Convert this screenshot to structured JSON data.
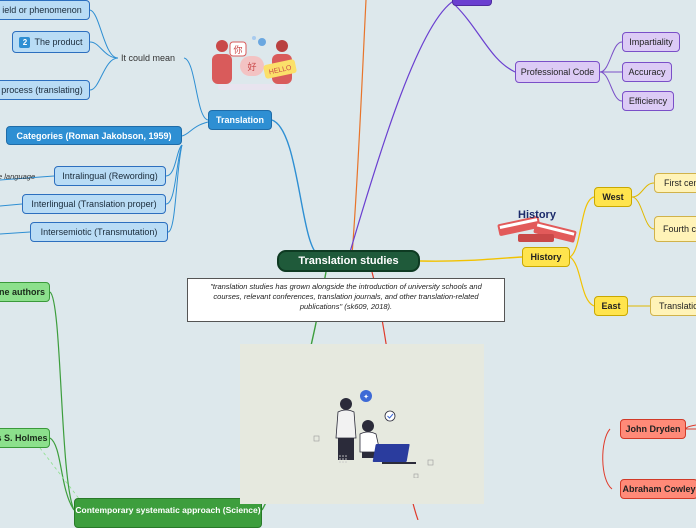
{
  "central": {
    "title": "Translation studies"
  },
  "quote": {
    "text": "\"translation studies has grown alongside the introduction of university schools and courses, relevant conferences, translation journals, and other translation-related publications\" (sk609, 2018)."
  },
  "translation_branch": {
    "title": "Translation",
    "it_could_mean": "It could mean",
    "meanings": [
      {
        "label": "ield or phenomenon"
      },
      {
        "badge": "2",
        "label": "The product"
      },
      {
        "label": "process (translating)"
      }
    ],
    "categories": {
      "title": "Categories (Roman Jakobson, 1959)",
      "same_language_note": "e language",
      "items": [
        "Intralingual (Rewording)",
        "Interlingual (Translation proper)",
        "Intersemiotic (Transmutation)"
      ]
    },
    "illustration_words": [
      "你",
      "好",
      "HELLO"
    ]
  },
  "professional_code": {
    "title": "Professional Code",
    "items": [
      "Impartiality",
      "Accuracy",
      "Efficiency"
    ]
  },
  "history": {
    "title": "History",
    "illustration_label": "History",
    "west": {
      "title": "West",
      "items": [
        "First cen",
        "Fourth c"
      ]
    },
    "east": {
      "title": "East",
      "items": [
        "Translatio"
      ]
    }
  },
  "people": [
    "John Dryden",
    "Abraham Cowley"
  ],
  "left_nodes": {
    "authors": "ne authors",
    "holmes": "s S. Holmes"
  },
  "contemporary": {
    "title": "Contemporary systematic approach (Science)"
  },
  "colors": {
    "background": "#dde8ec",
    "translation_branch": "#2e8fd3",
    "history_branch": "#f2c200",
    "purple_branch": "#6a3fd0",
    "red_branch": "#e03a2a",
    "green_branch": "#3d9e3d",
    "orange_branch": "#e8742a"
  },
  "icons": [
    "translators-illustration-icon",
    "history-books-icon",
    "office-workers-illustration-icon"
  ]
}
